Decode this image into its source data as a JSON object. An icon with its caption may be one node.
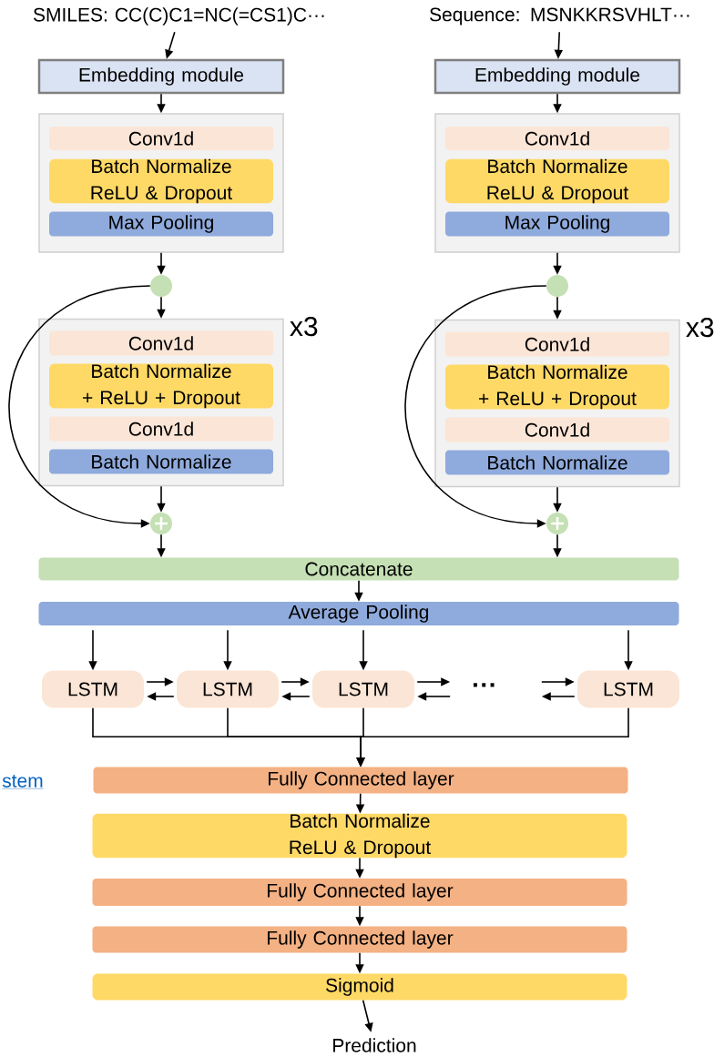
{
  "diagram": {
    "nodes": [
      {
        "text": [
          "SMILES: CC(C)C1=NC(=CS1)C···"
        ]
      },
      {
        "text": [
          "Sequence: MSNKKRSVHLT···"
        ]
      },
      {
        "text": [
          "Embedding module"
        ]
      },
      {
        "text": [
          "Embedding module"
        ]
      },
      {
        "text": [],
        "shape": "box"
      },
      {
        "text": [
          "Conv1d"
        ],
        "in": 4
      },
      {
        "text": [
          "Batch Normalize ReLU & Dropout"
        ],
        "in": 4
      },
      {
        "text": [
          "Max Pooling"
        ],
        "in": 4
      },
      {
        "text": [],
        "shape": "box"
      },
      {
        "text": [
          "Conv1d"
        ],
        "in": 8
      },
      {
        "text": [
          "Batch Normalize ReLU & Dropout"
        ],
        "in": 8
      },
      {
        "text": [
          "Max Pooling"
        ],
        "in": 8
      },
      {
        "text": [],
        "shape": "circle"
      },
      {
        "text": [],
        "shape": "circle"
      },
      {
        "text": [],
        "shape": "box",
        "beside": [
          "x3"
        ]
      },
      {
        "text": [
          "Conv1d"
        ],
        "in": 14
      },
      {
        "text": [
          "Batch Normalize + ReLU + Dropout"
        ],
        "in": 14
      },
      {
        "text": [
          "Conv1d"
        ],
        "in": 14
      },
      {
        "text": [
          "Batch Normalize"
        ],
        "in": 14
      },
      {
        "text": [],
        "shape": "box",
        "beside": [
          "x3"
        ]
      },
      {
        "text": [
          "Conv1d"
        ],
        "in": 19
      },
      {
        "text": [
          "Batch Normalize + ReLU + Dropout"
        ],
        "in": 19
      },
      {
        "text": [
          "Conv1d"
        ],
        "in": 19
      },
      {
        "text": [
          "Batch Normalize"
        ],
        "in": 19
      },
      {
        "text": [],
        "shape": "circle"
      },
      {
        "text": [],
        "shape": "circle"
      },
      {
        "text": [
          "Concatenate"
        ]
      },
      {
        "text": [
          "Average Pooling"
        ]
      },
      {
        "text": [
          "LSTM"
        ]
      },
      {
        "text": [
          "LSTM"
        ]
      },
      {
        "text": [
          "LSTM"
        ]
      },
      {
        "text": [
          "LSTM"
        ]
      },
      {
        "text": [
          "Fully Connected layer"
        ]
      },
      {
        "text": [
          "Batch Normalize ReLU & Dropout"
        ]
      },
      {
        "text": [
          "Fully Connected layer"
        ]
      },
      {
        "text": [
          "Fully Connected layer"
        ]
      },
      {
        "text": [
          "Sigmoid"
        ]
      },
      {
        "text": [
          "Prediction"
        ]
      }
    ],
    "edges": [
      {
        "from": 0,
        "to": 2,
        "arrow": "to"
      },
      {
        "from": 1,
        "to": 3,
        "arrow": "to"
      },
      {
        "from": 2,
        "to": 4,
        "arrow": "to"
      },
      {
        "from": 3,
        "to": 8,
        "arrow": "to"
      },
      {
        "from": 4,
        "to": 12,
        "arrow": "to"
      },
      {
        "from": 8,
        "to": 13,
        "arrow": "to"
      },
      {
        "from": 12,
        "to": 14,
        "arrow": "to"
      },
      {
        "from": 13,
        "to": 19,
        "arrow": "to"
      },
      {
        "from": 12,
        "to": 24,
        "arrow": "to"
      },
      {
        "from": 13,
        "to": 25,
        "arrow": "to"
      },
      {
        "from": 14,
        "to": 24,
        "arrow": "to"
      },
      {
        "from": 19,
        "to": 25,
        "arrow": "to"
      },
      {
        "from": 24,
        "to": 26,
        "arrow": "to"
      },
      {
        "from": 25,
        "to": 26,
        "arrow": "to"
      },
      {
        "from": 26,
        "to": 27,
        "arrow": "to"
      },
      {
        "from": 27,
        "to": 28,
        "arrow": "to"
      },
      {
        "from": 27,
        "to": 29,
        "arrow": "to"
      },
      {
        "from": 27,
        "to": 30,
        "arrow": "to"
      },
      {
        "from": 27,
        "to": 31,
        "arrow": "to"
      },
      {
        "from": 28,
        "to": 29,
        "arrow": "to"
      },
      {
        "from": 29,
        "to": 28,
        "arrow": "to"
      },
      {
        "from": 29,
        "to": 30,
        "arrow": "to"
      },
      {
        "from": 30,
        "to": 29,
        "arrow": "to"
      },
      {
        "from": 30,
        "to": null,
        "arrow": "to"
      },
      {
        "from": null,
        "to": 30,
        "arrow": "to"
      },
      {
        "from": null,
        "to": 31,
        "arrow": "to"
      },
      {
        "from": 31,
        "to": null,
        "arrow": "to"
      },
      {
        "from": 28,
        "to": 32,
        "arrow": "to"
      },
      {
        "from": 29,
        "to": 32,
        "arrow": "to"
      },
      {
        "from": 30,
        "to": 32,
        "arrow": "to"
      },
      {
        "from": 31,
        "to": 32,
        "arrow": "to"
      },
      {
        "from": 32,
        "to": 33,
        "arrow": "to"
      },
      {
        "from": 33,
        "to": 34,
        "arrow": "to"
      },
      {
        "from": 34,
        "to": 35,
        "arrow": "to"
      },
      {
        "from": 35,
        "to": 36,
        "arrow": "to"
      },
      {
        "from": 36,
        "to": 37,
        "arrow": "to"
      }
    ],
    "labels": [
      "···",
      "stem"
    ]
  }
}
